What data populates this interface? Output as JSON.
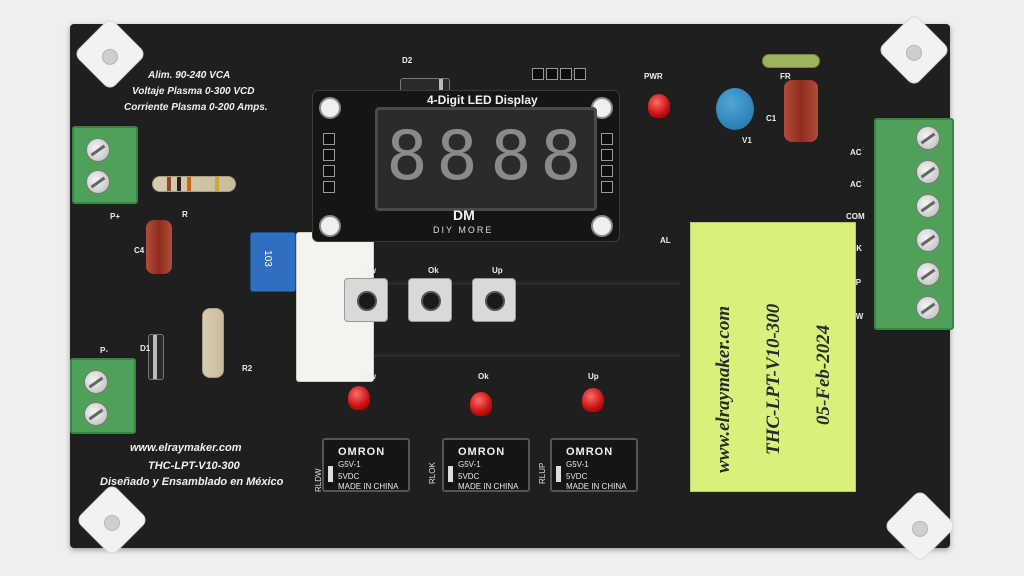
{
  "board": {
    "spec_lines": [
      "Alim. 90-240 VCA",
      "Voltaje Plasma 0-300 VCD",
      "Corriente Plasma 0-200 Amps."
    ],
    "footer_lines": [
      "www.elraymaker.com",
      "THC-LPT-V10-300",
      "Diseñado y Ensamblado en México"
    ],
    "display_title": "4-Digit LED Display",
    "display_digits": [
      "8",
      "8",
      "8",
      "8"
    ],
    "display_brand": "DM",
    "display_brand_sub": "DIY MORE",
    "labels": {
      "d2": "D2",
      "pwr": "PWR",
      "fr": "FR",
      "v1": "V1",
      "c1": "C1",
      "p_plus": "P+",
      "p_minus": "P-",
      "r": "R",
      "c4": "C4",
      "d1": "D1",
      "r2": "R2",
      "al": "AL",
      "trimpot_code": "103"
    },
    "terminal_labels": [
      "AC",
      "AC",
      "COM",
      "OK",
      "UP",
      "DW"
    ],
    "buttons": [
      "Dw",
      "Ok",
      "Up"
    ],
    "leds": [
      "Dw",
      "Ok",
      "Up"
    ],
    "relays": [
      {
        "tag": "RLDW",
        "brand": "OMRON",
        "model": "G5V-1",
        "voltage": "5VDC",
        "origin": "MADE IN CHINA"
      },
      {
        "tag": "RLOK",
        "brand": "OMRON",
        "model": "G5V-1",
        "voltage": "5VDC",
        "origin": "MADE IN CHINA"
      },
      {
        "tag": "RLUP",
        "brand": "OMRON",
        "model": "G5V-1",
        "voltage": "5VDC",
        "origin": "MADE IN CHINA"
      }
    ],
    "sticker_lines": [
      "www.elraymaker.com",
      "THC-LPT-V10-300",
      "05-Feb-2024"
    ]
  },
  "colors": {
    "pcb": "#1f1f1f",
    "terminal_green": "#4fa15a",
    "led_red": "#d01515",
    "sticker_yellow": "#d9f07a",
    "trimpot_blue": "#2f6fc2",
    "capacitor_blue": "#2f86c4"
  }
}
